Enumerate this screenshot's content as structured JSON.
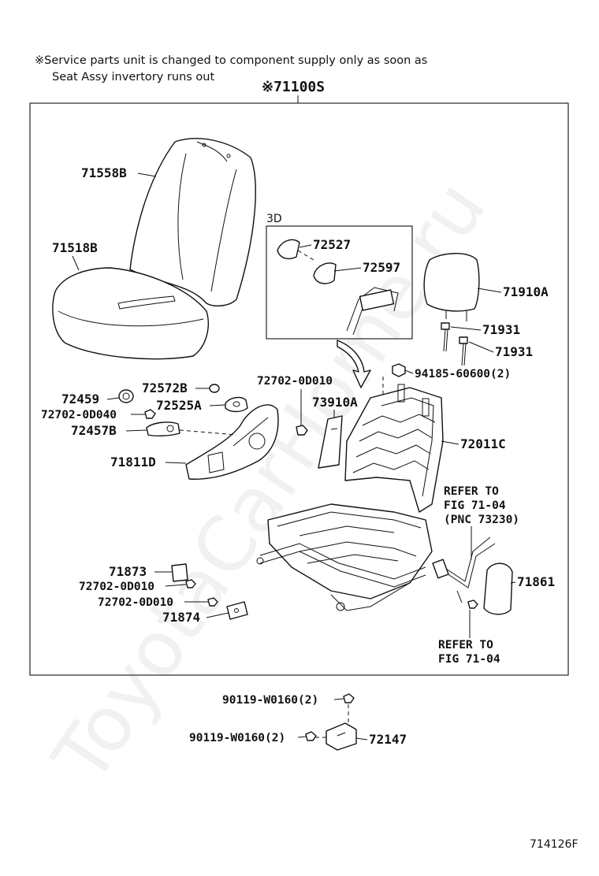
{
  "note": {
    "line1": "※Service parts unit is changed to component supply only as soon as",
    "line2": "Seat Assy invertory runs out"
  },
  "assembly_label": "※71100S",
  "inset_label": "3D",
  "parts": {
    "p71558B": "71558B",
    "p71518B": "71518B",
    "p72527": "72527",
    "p72597": "72597",
    "p71910A": "71910A",
    "p71931a": "71931",
    "p71931b": "71931",
    "p94185": "94185-60600(2)",
    "p72702_0D010_top": "72702-0D010",
    "p72459": "72459",
    "p72572B": "72572B",
    "p72702_0D040": "72702-0D040",
    "p72525A": "72525A",
    "p72457B": "72457B",
    "p73910A": "73910A",
    "p72011C": "72011C",
    "p71811D": "71811D",
    "p71873": "71873",
    "p72702_0D010_mid": "72702-0D010",
    "p72702_0D010_low": "72702-0D010",
    "p71874": "71874",
    "p71861": "71861",
    "p90119_a": "90119-W0160(2)",
    "p90119_b": "90119-W0160(2)",
    "p72147": "72147"
  },
  "refer_upper": {
    "line1": "REFER TO",
    "line2": "FIG 71-04",
    "line3": "(PNC 73230)"
  },
  "refer_lower": {
    "line1": "REFER TO",
    "line2": "FIG 71-04"
  },
  "figure_code": "714126F",
  "watermark": "ToyotaCarHome.ru"
}
